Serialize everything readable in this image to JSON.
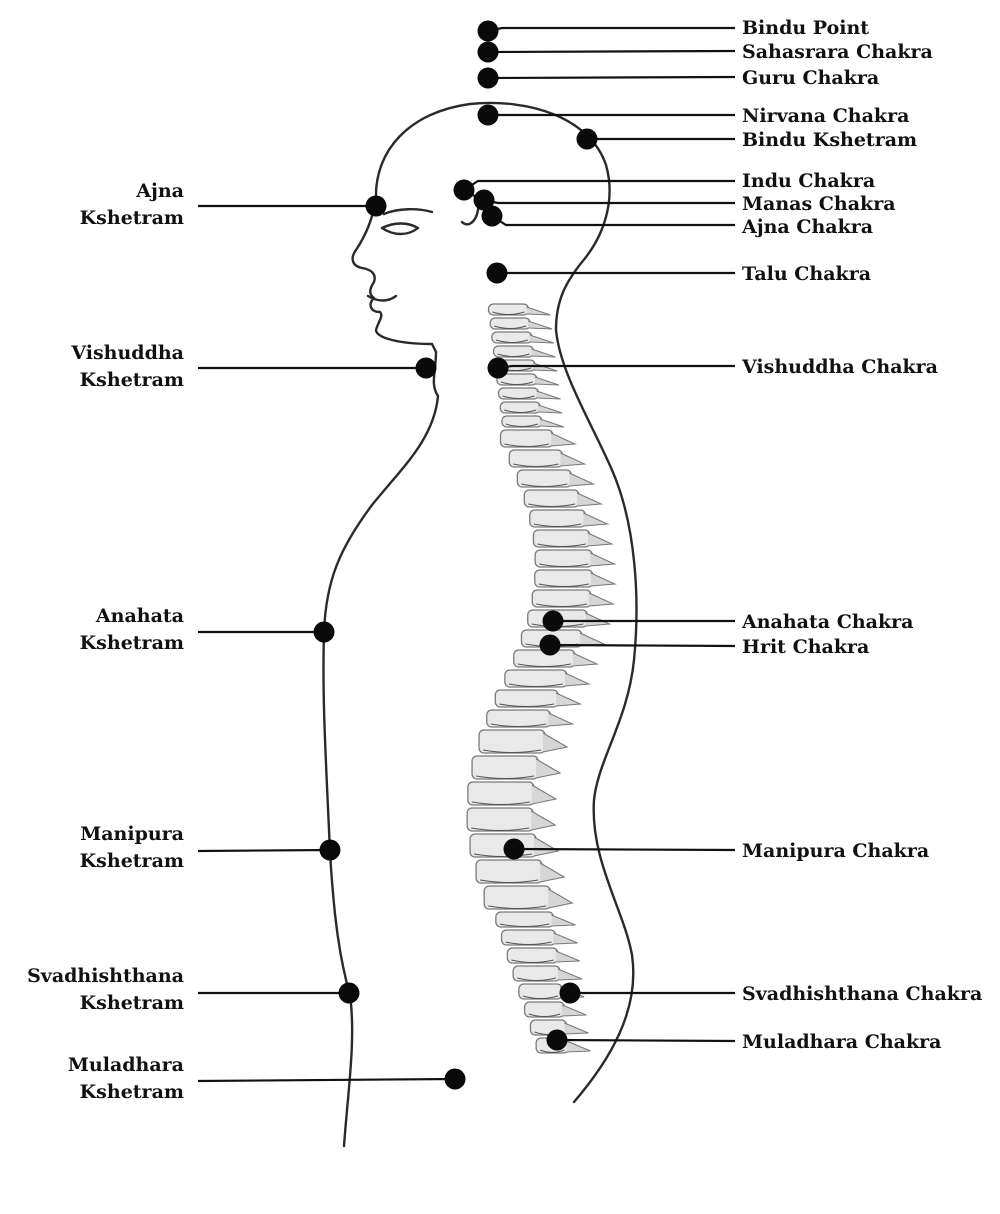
{
  "colors": {
    "line": "#111111",
    "dot": "#0a0a0a",
    "body_outline": "#2a2a2a",
    "spine_fill": "#e9e9e9",
    "spine_shade": "#7a7a7a",
    "background": "#ffffff"
  },
  "right_labels": [
    {
      "id": "bindu-point",
      "text": "Bindu Point"
    },
    {
      "id": "sahasrara-chakra",
      "text": "Sahasrara Chakra"
    },
    {
      "id": "guru-chakra",
      "text": "Guru Chakra"
    },
    {
      "id": "nirvana-chakra",
      "text": "Nirvana Chakra"
    },
    {
      "id": "bindu-kshetram",
      "text": "Bindu Kshetram"
    },
    {
      "id": "indu-chakra",
      "text": "Indu Chakra"
    },
    {
      "id": "manas-chakra",
      "text": "Manas Chakra"
    },
    {
      "id": "ajna-chakra",
      "text": "Ajna Chakra"
    },
    {
      "id": "talu-chakra",
      "text": "Talu Chakra"
    },
    {
      "id": "vishuddha-chakra",
      "text": "Vishuddha Chakra"
    },
    {
      "id": "anahata-chakra",
      "text": "Anahata Chakra"
    },
    {
      "id": "hrit-chakra",
      "text": "Hrit Chakra"
    },
    {
      "id": "manipura-chakra",
      "text": "Manipura Chakra"
    },
    {
      "id": "svadhishthana-chakra",
      "text": "Svadhishthana Chakra"
    },
    {
      "id": "muladhara-chakra",
      "text": "Muladhara Chakra"
    }
  ],
  "left_labels": [
    {
      "id": "ajna-kshetram",
      "line1": "Ajna",
      "line2": "Kshetram"
    },
    {
      "id": "vishuddha-kshetram",
      "line1": "Vishuddha",
      "line2": "Kshetram"
    },
    {
      "id": "anahata-kshetram",
      "line1": "Anahata",
      "line2": "Kshetram"
    },
    {
      "id": "manipura-kshetram",
      "line1": "Manipura",
      "line2": "Kshetram"
    },
    {
      "id": "svadhishthana-kshetram",
      "line1": "Svadhishthana",
      "line2": "Kshetram"
    },
    {
      "id": "muladhara-kshetram",
      "line1": "Muladhara",
      "line2": "Kshetram"
    }
  ]
}
